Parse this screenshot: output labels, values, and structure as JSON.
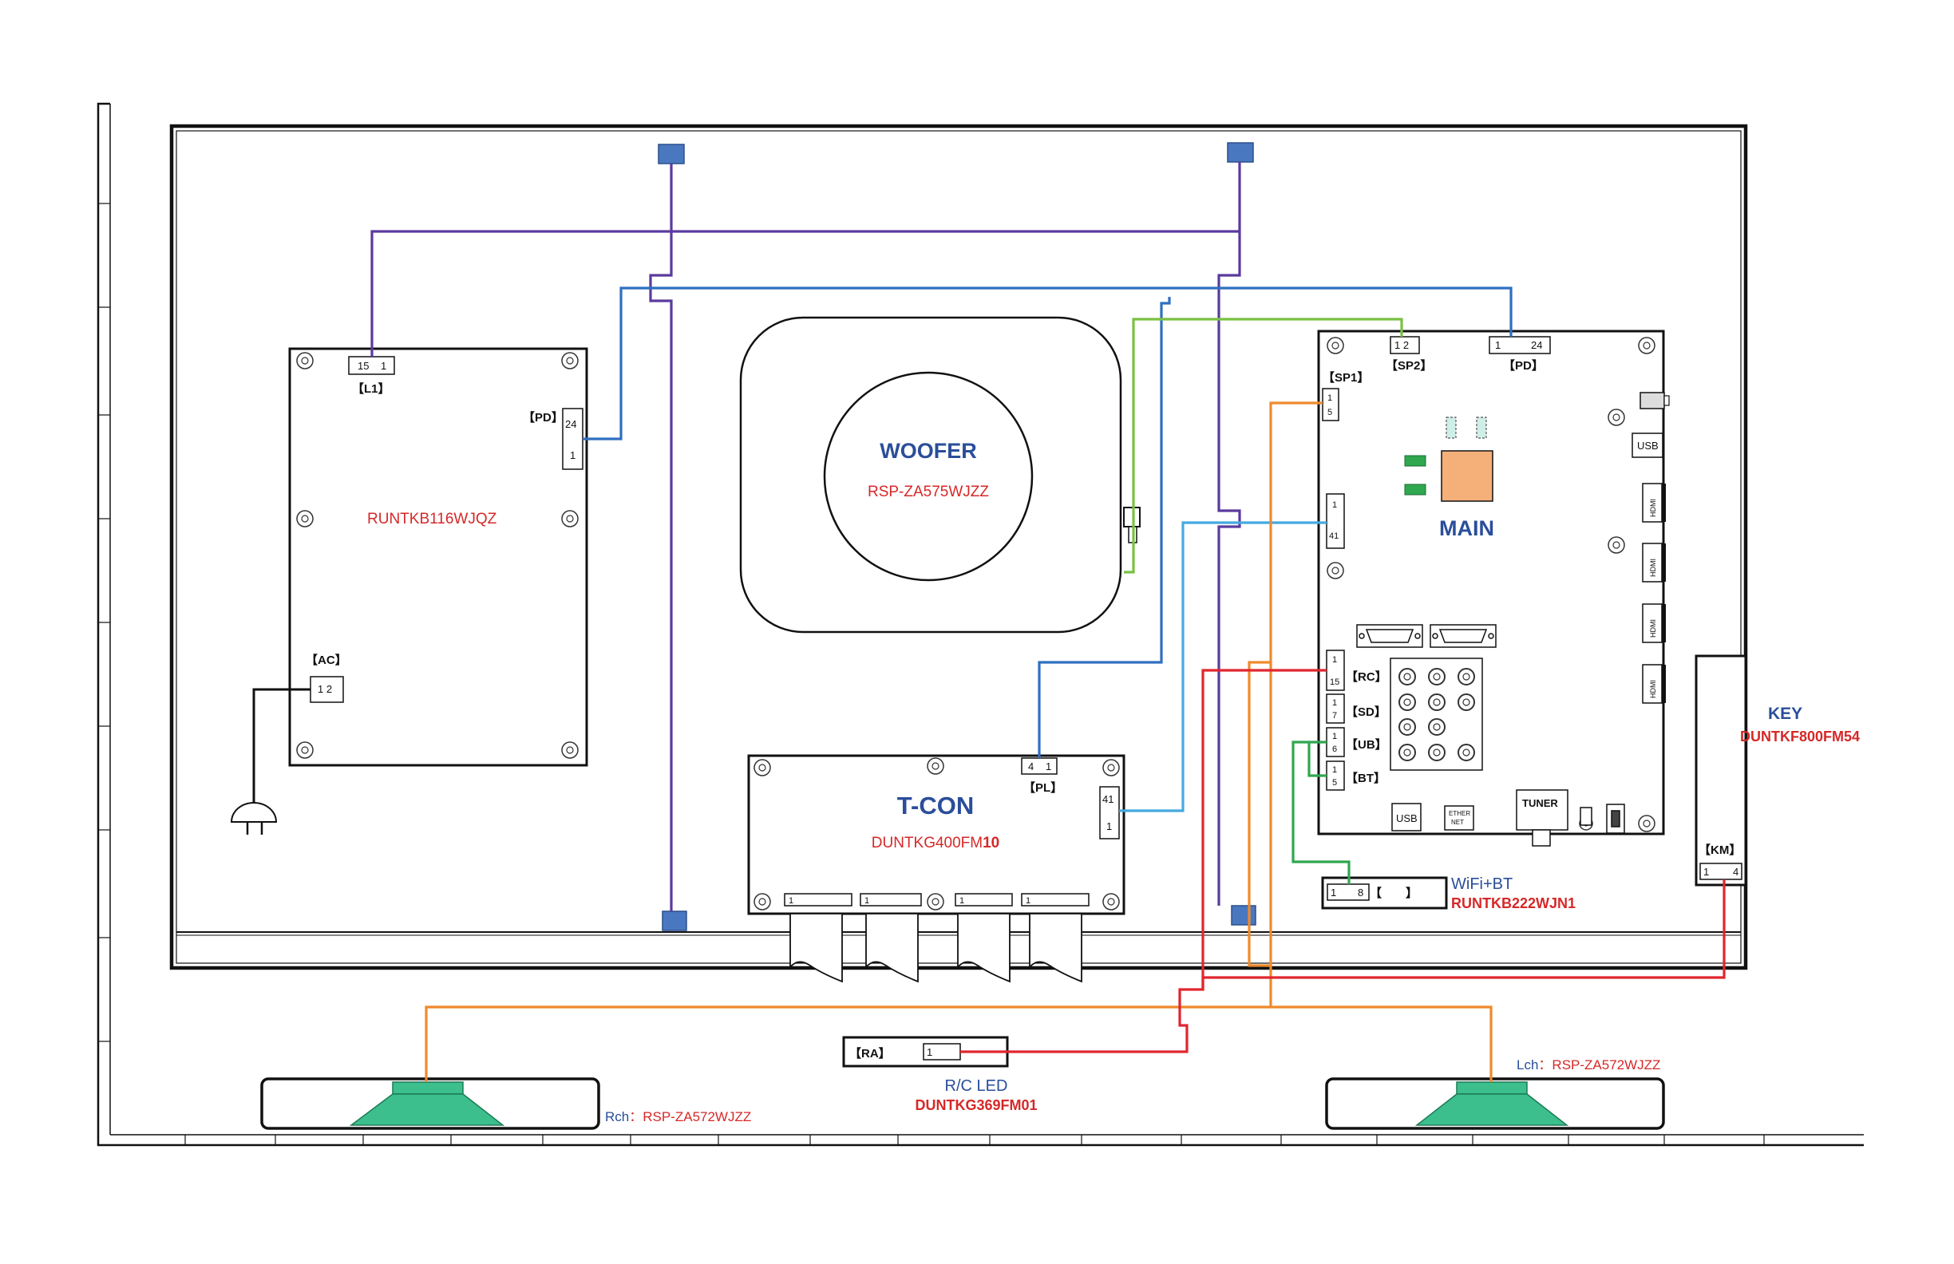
{
  "colors": {
    "wire_purple": "#5b3a9e",
    "wire_blue": "#2f6fc0",
    "wire_lightblue": "#45a9e0",
    "wire_green": "#7ac143",
    "wire_darkgreen": "#2fa84f",
    "wire_orange": "#ef8a2c",
    "wire_red": "#e0262e",
    "label_blue": "#2a4e9a",
    "part_red": "#d62828",
    "speaker_green": "#3cbf8c",
    "lcd_mount": "#4a78c0",
    "ic_orange": "#f5b07a"
  },
  "power": {
    "part_number": "RUNTKB116WJQZ",
    "l1": {
      "label": "【L1】",
      "pin_a": "15",
      "pin_b": "1"
    },
    "pd": {
      "label": "【PD】",
      "pin_a": "24",
      "pin_b": "1"
    },
    "ac": {
      "label": "【AC】",
      "pins": "1 2"
    },
    "plug_icon": "ac-plug-icon"
  },
  "woofer": {
    "title": "WOOFER",
    "part_number": "RSP-ZA575WJZZ"
  },
  "tcon": {
    "title": "T-CON",
    "part_number_main": "DUNTKG400FM",
    "part_number_suffix": "10",
    "pl": {
      "label": "【PL】",
      "pin_a": "4",
      "pin_b": "1"
    },
    "lvds": {
      "pin_a": "41",
      "pin_b": "1"
    },
    "flex_pins": [
      "1",
      "1",
      "1",
      "1"
    ]
  },
  "main": {
    "title": "MAIN",
    "sp2": {
      "label": "【SP2】",
      "pins": "1 2"
    },
    "pd": {
      "label": "【PD】",
      "pin_a": "1",
      "pin_b": "24"
    },
    "sp1": {
      "label": "【SP1】",
      "pin_a": "1",
      "pin_b": "5"
    },
    "lvds": {
      "pin_a": "1",
      "pin_b": "41"
    },
    "rc": {
      "label": "【RC】",
      "pin_a": "1",
      "pin_b": "15"
    },
    "sd": {
      "label": "【SD】",
      "pin_a": "1",
      "pin_b": "7"
    },
    "ub": {
      "label": "【UB】",
      "pin_a": "1",
      "pin_b": "6"
    },
    "bt": {
      "label": "【BT】",
      "pin_a": "1",
      "pin_b": "5"
    },
    "usb_side": "USB",
    "usb_bottom": "USB",
    "ethernet_line1": "ETHER",
    "ethernet_line2": "NET",
    "tuner": "TUNER",
    "hdmi": [
      "HDMI",
      "HDMI",
      "HDMI",
      "HDMI"
    ]
  },
  "wifi": {
    "title": "WiFi+BT",
    "part_number": "RUNTKB222WJN1",
    "pin_a": "1",
    "pin_b": "8",
    "bracket": "【　　】"
  },
  "key": {
    "title": "KEY",
    "part_number": "DUNTKF800FM54",
    "km": {
      "label": "【KM】",
      "pin_a": "1",
      "pin_b": "4"
    }
  },
  "rc_led": {
    "label": "【RA】",
    "pin": "1",
    "title": "R/C LED",
    "part_number": "DUNTKG369FM01"
  },
  "speaker_r": {
    "channel": "Rch",
    "part_number": "：RSP-ZA572WJZZ"
  },
  "speaker_l": {
    "channel": "Lch",
    "part_number": "：RSP-ZA572WJZZ"
  }
}
